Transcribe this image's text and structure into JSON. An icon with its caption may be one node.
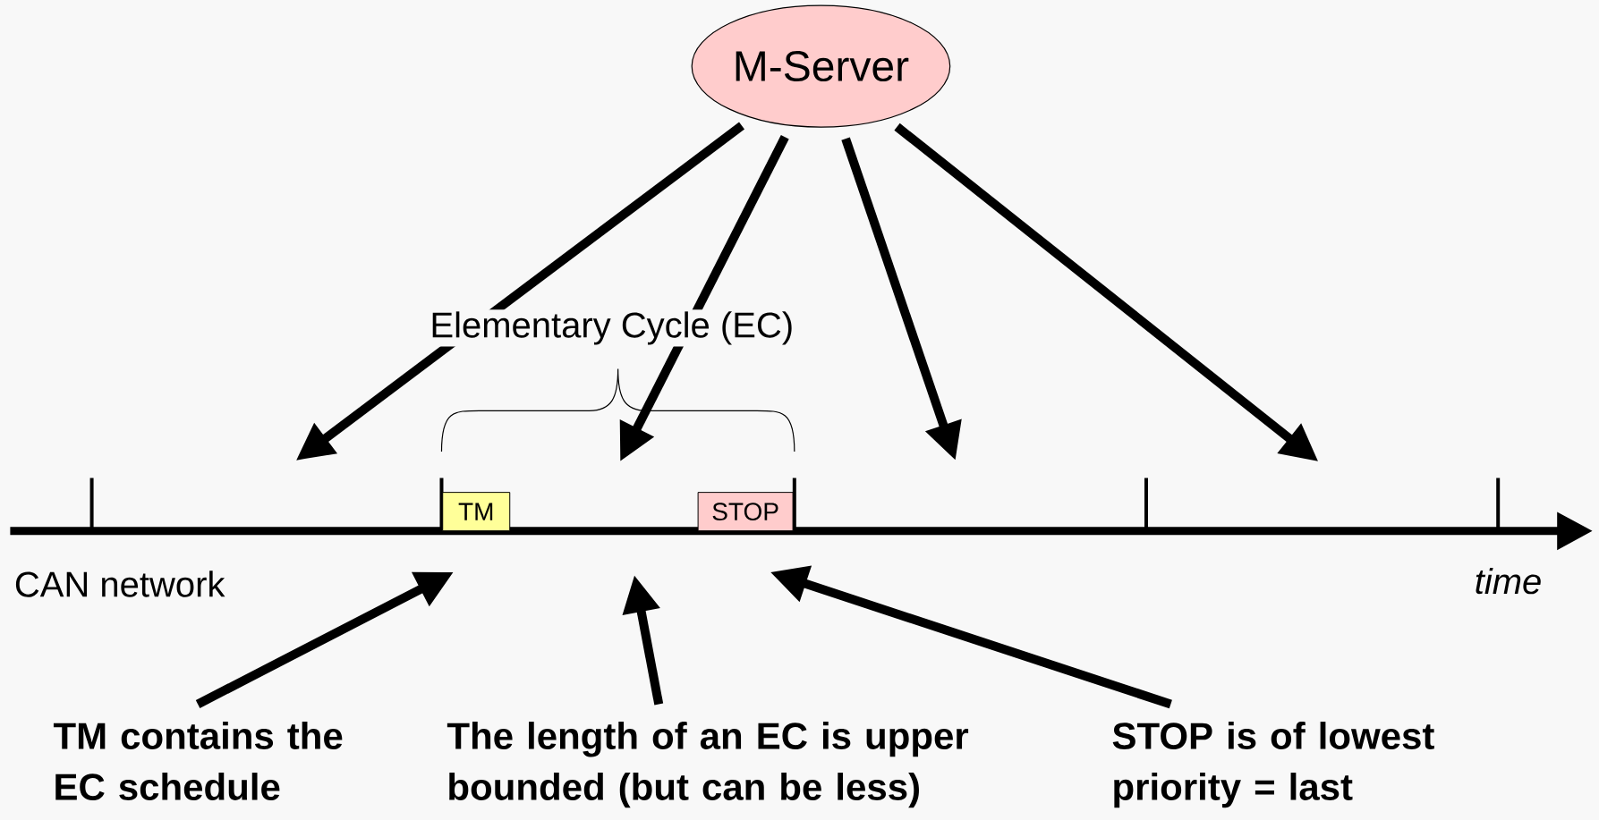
{
  "diagram": {
    "nodes": [
      {
        "text": [
          "M-Server"
        ]
      },
      {
        "text": [
          "TM"
        ]
      },
      {
        "text": [
          "STOP"
        ]
      },
      {
        "text": [
          "TM contains the EC schedule"
        ]
      },
      {
        "text": [
          "The length of an EC is upper bounded (but can be less)"
        ]
      },
      {
        "text": [
          "STOP is of lowest priority = last"
        ]
      }
    ],
    "edges": [
      {
        "from": 0,
        "to": null,
        "arrow": "to"
      },
      {
        "from": 0,
        "to": null,
        "arrow": "to"
      },
      {
        "from": 0,
        "to": null,
        "arrow": "to"
      },
      {
        "from": 0,
        "to": null,
        "arrow": "to"
      },
      {
        "from": 3,
        "to": 1,
        "arrow": "to"
      },
      {
        "from": 4,
        "to": null,
        "arrow": "to"
      },
      {
        "from": 5,
        "to": 2,
        "arrow": "to"
      }
    ],
    "labels": [
      "Elementary Cycle (EC)",
      "CAN network",
      "time"
    ]
  }
}
